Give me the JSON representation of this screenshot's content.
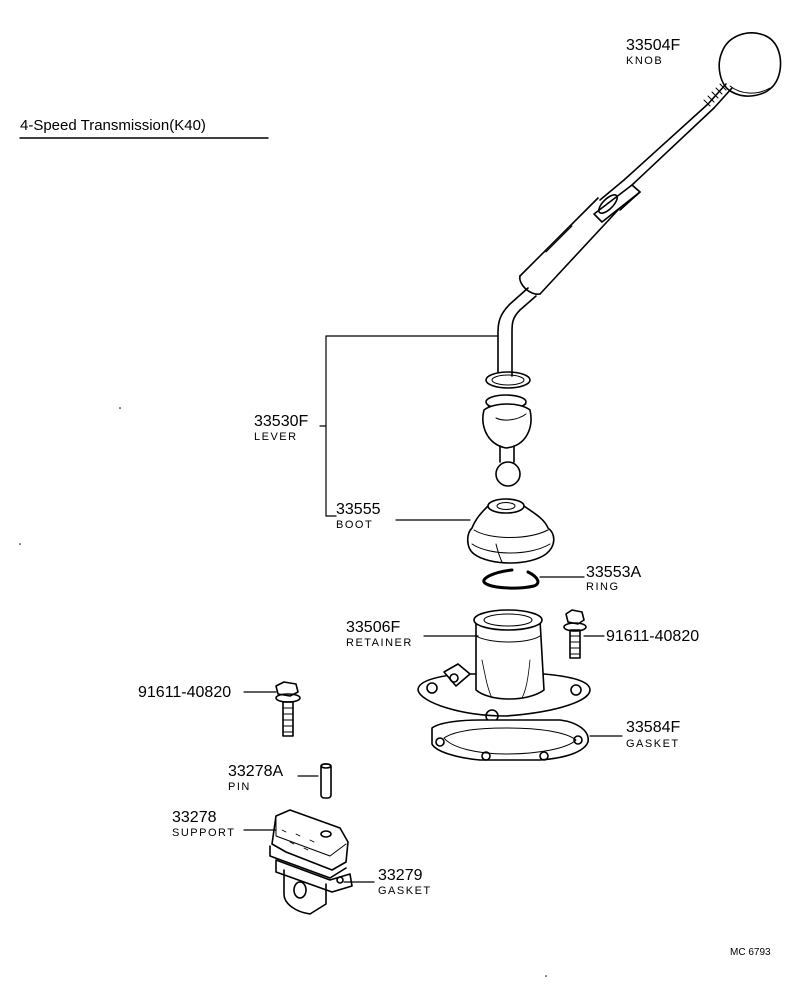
{
  "title": "4-Speed Transmission(K40)",
  "parts": {
    "knob": {
      "number": "33504F",
      "name": "KNOB"
    },
    "lever": {
      "number": "33530F",
      "name": "LEVER"
    },
    "boot": {
      "number": "33555",
      "name": "BOOT"
    },
    "ring": {
      "number": "33553A",
      "name": "RING"
    },
    "retainer": {
      "number": "33506F",
      "name": "RETAINER"
    },
    "bolt_right": {
      "number": "91611-40820"
    },
    "bolt_left": {
      "number": "91611-40820"
    },
    "gasket_retainer": {
      "number": "33584F",
      "name": "GASKET"
    },
    "pin": {
      "number": "33278A",
      "name": "PIN"
    },
    "support": {
      "number": "33278",
      "name": "SUPPORT"
    },
    "gasket_support": {
      "number": "33279",
      "name": "GASKET"
    }
  },
  "diagram_code": "MC 6793"
}
